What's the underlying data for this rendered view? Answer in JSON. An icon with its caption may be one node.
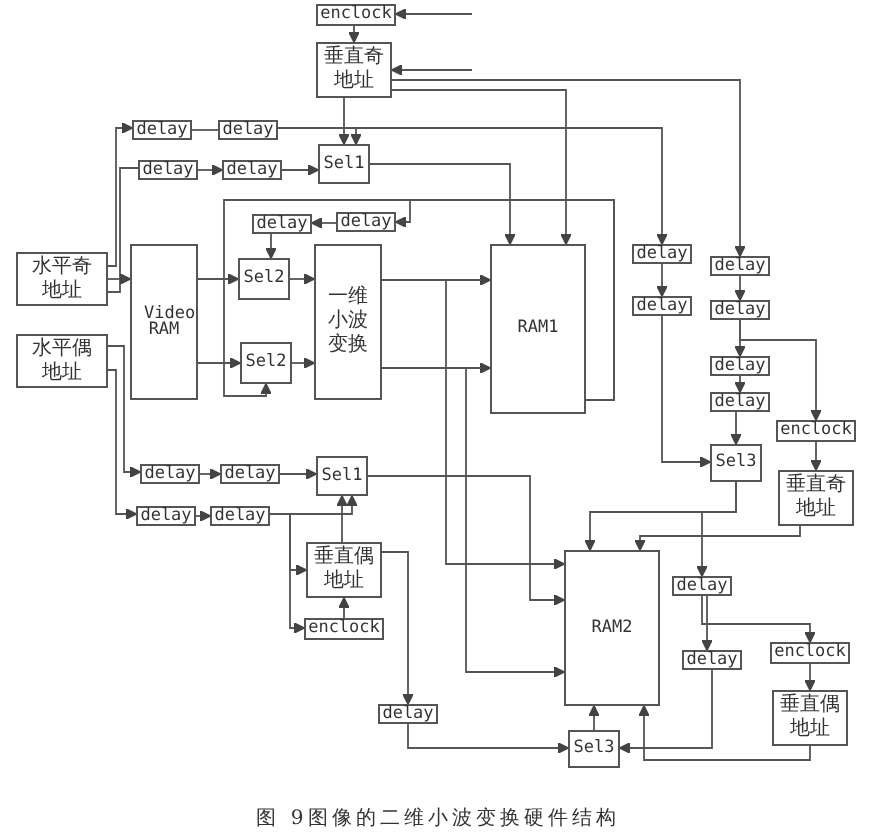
{
  "diagram": {
    "caption": "图 9图像的二维小波变换硬件结构",
    "nodes": [
      {
        "text": [
          "enclock"
        ]
      },
      {
        "text": [
          "垂直奇地址"
        ]
      },
      {
        "text": [
          "delay"
        ]
      },
      {
        "text": [
          "delay"
        ]
      },
      {
        "text": [
          "Sel1"
        ]
      },
      {
        "text": [
          "delay"
        ]
      },
      {
        "text": [
          "delay"
        ]
      },
      {
        "text": [
          "delay"
        ]
      },
      {
        "text": [
          "delay"
        ]
      },
      {
        "text": [
          "水平奇地址"
        ]
      },
      {
        "text": [
          "Video RAM"
        ]
      },
      {
        "text": [
          "Sel2"
        ]
      },
      {
        "text": [
          "一维小波变换"
        ]
      },
      {
        "text": [
          "Sel2"
        ]
      },
      {
        "text": [
          "水平偶地址"
        ]
      },
      {
        "text": [
          "RAM1"
        ]
      },
      {
        "text": [
          "delay"
        ]
      },
      {
        "text": [
          "delay"
        ]
      },
      {
        "text": [
          "delay"
        ]
      },
      {
        "text": [
          "delay"
        ]
      },
      {
        "text": [
          "delay"
        ]
      },
      {
        "text": [
          "delay"
        ]
      },
      {
        "text": [
          "enclock"
        ]
      },
      {
        "text": [
          "Sel3"
        ]
      },
      {
        "text": [
          "垂直奇地址"
        ]
      },
      {
        "text": [
          "delay"
        ]
      },
      {
        "text": [
          "delay"
        ]
      },
      {
        "text": [
          "Sel1"
        ]
      },
      {
        "text": [
          "delay"
        ]
      },
      {
        "text": [
          "delay"
        ]
      },
      {
        "text": [
          "垂直偶地址"
        ]
      },
      {
        "text": [
          "enclock"
        ]
      },
      {
        "text": [
          "RAM2"
        ]
      },
      {
        "text": [
          "delay"
        ]
      },
      {
        "text": [
          "delay"
        ]
      },
      {
        "text": [
          "enclock"
        ]
      },
      {
        "text": [
          "垂直偶地址"
        ]
      },
      {
        "text": [
          "delay"
        ]
      },
      {
        "text": [
          "Sel3"
        ]
      }
    ],
    "edges": [
      {
        "from": null,
        "to": 0,
        "arrow": "to"
      },
      {
        "from": 0,
        "to": 1,
        "arrow": "to"
      },
      {
        "from": null,
        "to": 1,
        "arrow": "to"
      },
      {
        "from": 1,
        "to": 4,
        "arrow": "to"
      },
      {
        "from": 9,
        "to": 2,
        "arrow": "to"
      },
      {
        "from": 2,
        "to": 3,
        "arrow": "none"
      },
      {
        "from": 3,
        "to": 4,
        "arrow": "to"
      },
      {
        "from": 9,
        "to": 5,
        "arrow": "none"
      },
      {
        "from": 9,
        "to": 10,
        "arrow": "to"
      },
      {
        "from": 5,
        "to": 6,
        "arrow": "to"
      },
      {
        "from": 6,
        "to": 4,
        "arrow": "to"
      },
      {
        "from": 10,
        "to": 11,
        "arrow": "to"
      },
      {
        "from": 10,
        "to": 13,
        "arrow": "to"
      },
      {
        "from": 11,
        "to": 12,
        "arrow": "to"
      },
      {
        "from": 13,
        "to": 12,
        "arrow": "to"
      },
      {
        "from": 8,
        "to": 7,
        "arrow": "to"
      },
      {
        "from": 7,
        "to": 11,
        "arrow": "to"
      },
      {
        "from": 12,
        "to": 15,
        "arrow": "to"
      },
      {
        "from": 12,
        "to": 15,
        "arrow": "to"
      },
      {
        "from": 4,
        "to": 15,
        "arrow": "to"
      },
      {
        "from": 1,
        "to": 15,
        "arrow": "to"
      },
      {
        "from": 15,
        "to": 8,
        "arrow": "to"
      },
      {
        "from": 15,
        "to": 13,
        "arrow": "to"
      },
      {
        "from": 3,
        "to": 16,
        "arrow": "to"
      },
      {
        "from": 1,
        "to": 18,
        "arrow": "to"
      },
      {
        "from": 16,
        "to": 17,
        "arrow": "to"
      },
      {
        "from": 17,
        "to": 23,
        "arrow": "to"
      },
      {
        "from": 18,
        "to": 19,
        "arrow": "to"
      },
      {
        "from": 19,
        "to": 20,
        "arrow": "to"
      },
      {
        "from": 20,
        "to": 21,
        "arrow": "to"
      },
      {
        "from": 21,
        "to": 23,
        "arrow": "to"
      },
      {
        "from": 19,
        "to": 22,
        "arrow": "to"
      },
      {
        "from": 22,
        "to": 24,
        "arrow": "to"
      },
      {
        "from": 24,
        "to": 32,
        "arrow": "to"
      },
      {
        "from": 23,
        "to": 32,
        "arrow": "to"
      },
      {
        "from": 23,
        "to": 33,
        "arrow": "to"
      },
      {
        "from": 33,
        "to": 34,
        "arrow": "to"
      },
      {
        "from": 33,
        "to": 35,
        "arrow": "to"
      },
      {
        "from": 35,
        "to": 36,
        "arrow": "to"
      },
      {
        "from": 36,
        "to": 32,
        "arrow": "to"
      },
      {
        "from": 34,
        "to": 38,
        "arrow": "to"
      },
      {
        "from": 38,
        "to": 32,
        "arrow": "to"
      },
      {
        "from": 37,
        "to": 38,
        "arrow": "to"
      },
      {
        "from": 30,
        "to": 37,
        "arrow": "to"
      },
      {
        "from": 14,
        "to": 25,
        "arrow": "to"
      },
      {
        "from": 14,
        "to": 28,
        "arrow": "to"
      },
      {
        "from": 25,
        "to": 26,
        "arrow": "to"
      },
      {
        "from": 26,
        "to": 27,
        "arrow": "to"
      },
      {
        "from": 28,
        "to": 29,
        "arrow": "to"
      },
      {
        "from": 29,
        "to": 27,
        "arrow": "to"
      },
      {
        "from": 30,
        "to": 27,
        "arrow": "to"
      },
      {
        "from": 29,
        "to": 30,
        "arrow": "to"
      },
      {
        "from": 29,
        "to": 31,
        "arrow": "to"
      },
      {
        "from": 31,
        "to": 30,
        "arrow": "to"
      },
      {
        "from": 12,
        "to": 32,
        "arrow": "to"
      },
      {
        "from": 12,
        "to": 32,
        "arrow": "to"
      },
      {
        "from": 27,
        "to": 32,
        "arrow": "to"
      }
    ]
  }
}
